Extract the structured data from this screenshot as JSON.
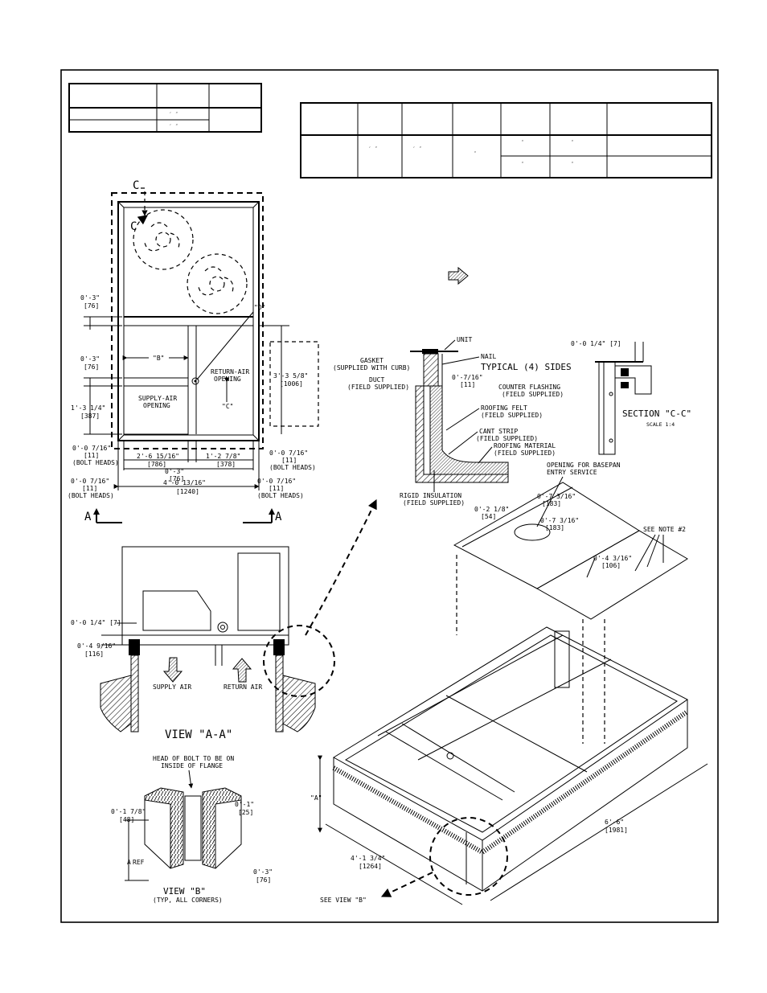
{
  "table_left": {
    "rows": [
      [
        "",
        "",
        ""
      ],
      [
        "",
        "′  ″",
        ""
      ],
      [
        "",
        "′  ″",
        ""
      ]
    ]
  },
  "table_right": {
    "rows": [
      [
        "",
        "",
        "",
        "",
        "",
        "",
        ""
      ],
      [
        "",
        "′   ″",
        "′   ″",
        "″",
        "″",
        "″",
        ""
      ],
      [
        "",
        "",
        "",
        "",
        "″",
        "″",
        ""
      ]
    ]
  },
  "plan_view": {
    "section_mark": "C",
    "label_b": "\"B\"",
    "label_c": "\"C\"",
    "label_d": "\"D\"",
    "return_air_opening": [
      "RETURN-AIR",
      "OPENING"
    ],
    "supply_air_opening": [
      "SUPPLY-AIR",
      "OPENING"
    ],
    "dim_top_left_1": [
      "0'-3\"",
      "[76]"
    ],
    "dim_top_left_2": [
      "0'-3\"",
      "[76]"
    ],
    "dim_left_height": [
      "1'-3 1/4\"",
      "[387]"
    ],
    "dim_right_height": [
      "3'-3 5/8\"",
      "[1006]"
    ],
    "dim_bolt_left": [
      "0'-0 7/16\"",
      "[11]",
      "(BOLT HEADS)"
    ],
    "dim_bolt_right": [
      "0'-0 7/16\"",
      "[11]",
      "(BOLT HEADS)"
    ],
    "dim_supply_width": [
      "2'-6 15/16\"",
      "[786]"
    ],
    "dim_return_width": [
      "1'-2 7/8\"",
      "[378]"
    ],
    "dim_gap": [
      "0'-3\"",
      "[76]"
    ],
    "dim_overall": [
      "4'-0 13/16\"",
      "[1240]"
    ],
    "dim_bolt_left_2": [
      "0'-0 7/16\"",
      "[11]",
      "(BOLT HEADS)"
    ],
    "dim_bolt_right_2": [
      "0'-0 7/16\"",
      "[11]",
      "(BOLT HEADS)"
    ],
    "section_a": "A"
  },
  "view_aa": {
    "title": "VIEW \"A-A\"",
    "dim_1": "0'-0 1/4\" [7]",
    "dim_2": [
      "0'-4 9/16\"",
      "[116]"
    ],
    "supply_air": "SUPPLY AIR",
    "return_air": "RETURN AIR"
  },
  "view_b": {
    "title": "VIEW \"B\"",
    "subtitle": "(TYP, ALL CORNERS)",
    "note": [
      "HEAD OF BOLT TO BE ON",
      "INSIDE OF FLANGE"
    ],
    "dim_1": [
      "0'-1 7/8\"",
      "[48]"
    ],
    "dim_2": [
      "0'-1\"",
      "[25]"
    ],
    "dim_3": [
      "0'-3\"",
      "[76]"
    ],
    "ref": [
      "A",
      "REF"
    ]
  },
  "curb_detail": {
    "unit": "UNIT",
    "gasket": [
      "GASKET",
      "(SUPPLIED WITH CURB)"
    ],
    "nail": "NAIL",
    "typical": "TYPICAL (4) SIDES",
    "duct": [
      "DUCT",
      "(FIELD SUPPLIED)"
    ],
    "dim": [
      "0'-7/16\"",
      "[11]"
    ],
    "counter_flashing": [
      "COUNTER FLASHING",
      "(FIELD SUPPLIED)"
    ],
    "roofing_felt": [
      "ROOFING FELT",
      "(FIELD SUPPLIED)"
    ],
    "cant_strip": [
      "CANT STRIP",
      "(FIELD SUPPLIED)"
    ],
    "roofing_material": [
      "ROOFING MATERIAL",
      "(FIELD SUPPLIED)"
    ],
    "rigid_insulation": [
      "RIGID INSULATION",
      "(FIELD SUPPLIED)"
    ]
  },
  "section_cc": {
    "dim": "0'-0 1/4\" [7]",
    "title": "SECTION \"C-C\"",
    "scale": "SCALE 1:4"
  },
  "iso_view": {
    "basepan": [
      "OPENING FOR BASEPAN",
      "ENTRY SERVICE"
    ],
    "dim_1": [
      "0'-7 3/16\"",
      "[183]"
    ],
    "dim_2": [
      "0'-2 1/8\"",
      "[54]"
    ],
    "dim_3": [
      "0'-7 3/16\"",
      "[183]"
    ],
    "dim_4": [
      "0'-4 3/16\"",
      "[106]"
    ],
    "see_note": "SEE NOTE #2",
    "label_a": "\"A\"",
    "dim_width": [
      "4'-1 3/4\"",
      "[1264]"
    ],
    "dim_length": [
      "6'-6\"",
      "[1981]"
    ],
    "see_view_b": "SEE VIEW \"B\""
  }
}
